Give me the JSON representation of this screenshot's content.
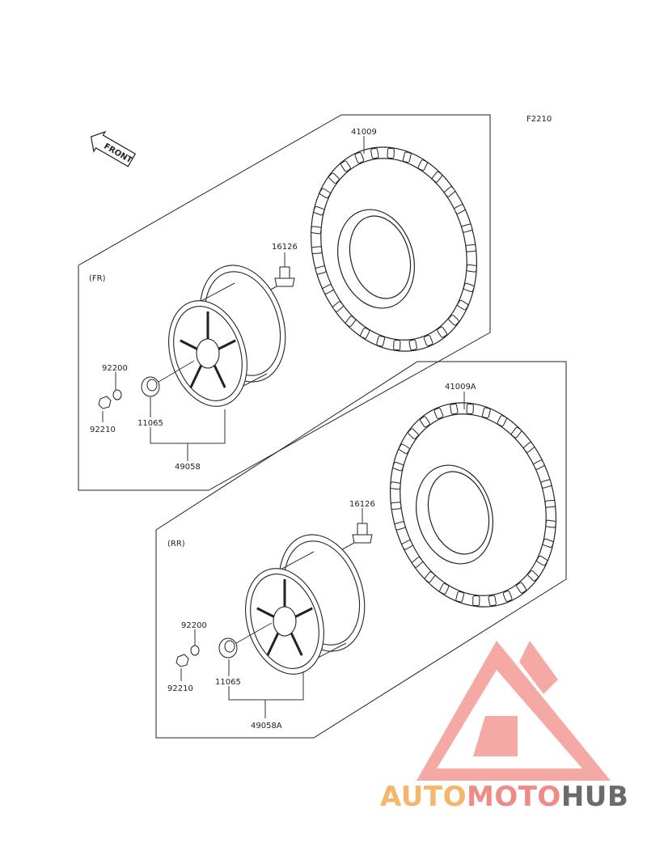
{
  "diagram": {
    "figure_code": "F2210",
    "direction_label": "FRONT",
    "sections": [
      {
        "id": "front",
        "label": "(FR)",
        "parts": {
          "tyre": "41009",
          "valve": "16126",
          "washer": "92200",
          "nut": "92210",
          "cap": "11065",
          "wheel": "49058"
        }
      },
      {
        "id": "rear",
        "label": "(RR)",
        "parts": {
          "tyre": "41009A",
          "valve": "16126",
          "washer": "92200",
          "nut": "92210",
          "cap": "11065",
          "wheel": "49058A"
        }
      }
    ]
  },
  "watermark": {
    "text_parts": [
      "AUTO",
      "MOTO",
      "HUB"
    ],
    "colors": {
      "auto": "#f4b66a",
      "moto": "#f08a85",
      "hub": "#6b6b6b",
      "logo": "#f29a95"
    }
  }
}
